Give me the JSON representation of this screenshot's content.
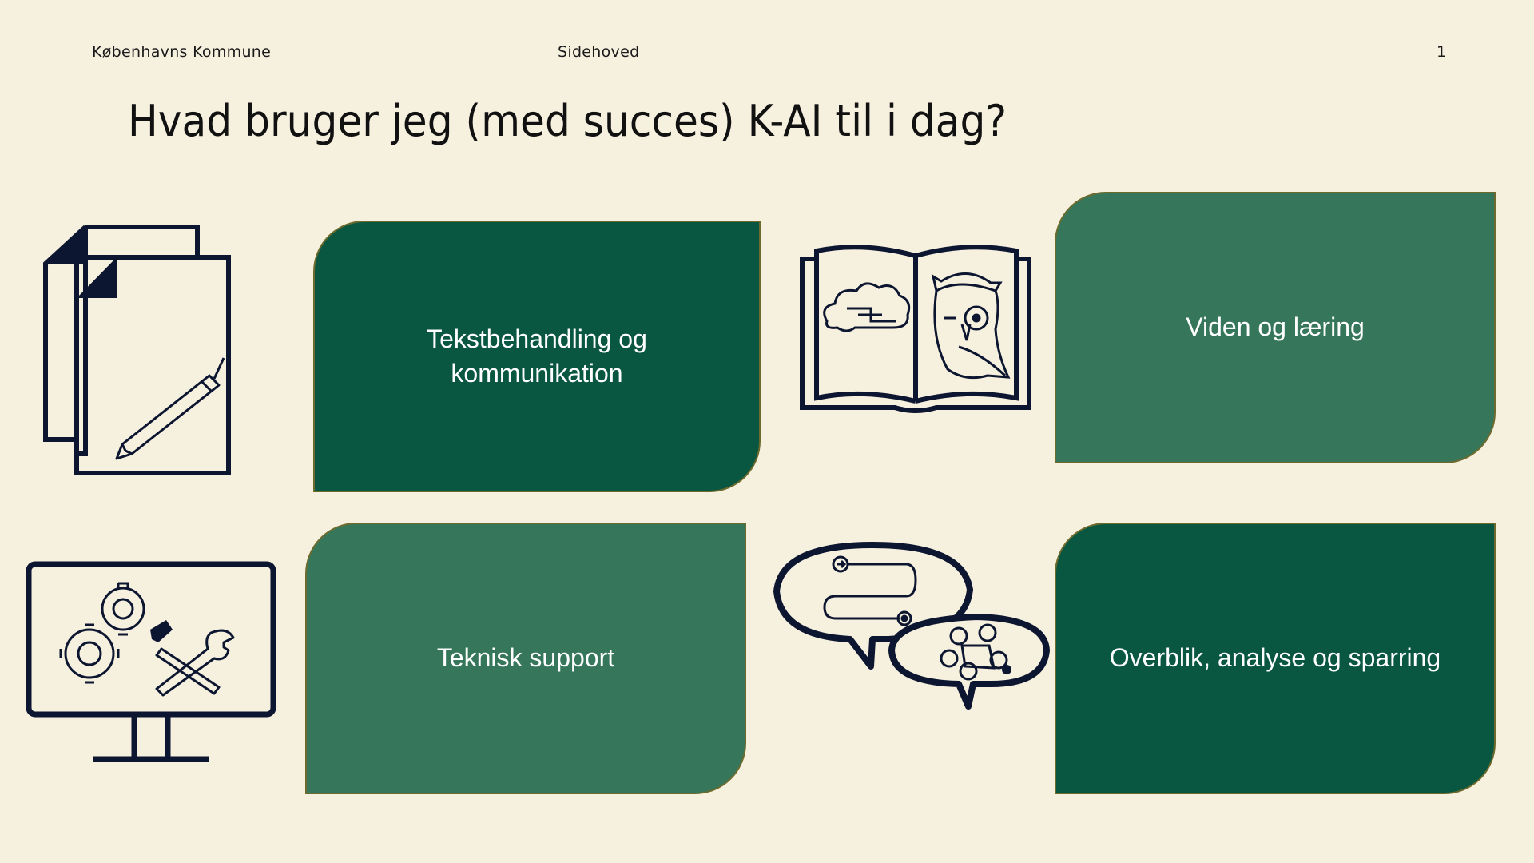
{
  "header": {
    "organization": "Københavns Kommune",
    "center_label": "Sidehoved",
    "page_number": "1"
  },
  "slide": {
    "title": "Hvad bruger jeg (med succes) K-AI til i dag?"
  },
  "cards": [
    {
      "label": "Tekstbehandling og\nkommunikation",
      "icon": "documents-pen-icon"
    },
    {
      "label": "Viden og læring",
      "icon": "book-brain-owl-icon"
    },
    {
      "label": "Teknisk support",
      "icon": "monitor-tools-icon"
    },
    {
      "label": "Overblik, analyse og sparring",
      "icon": "speech-bubbles-icon"
    }
  ],
  "colors": {
    "background": "#f6f0de",
    "card_dark": "#095641",
    "card_light": "#36775c",
    "icon_stroke": "#0d1630"
  }
}
